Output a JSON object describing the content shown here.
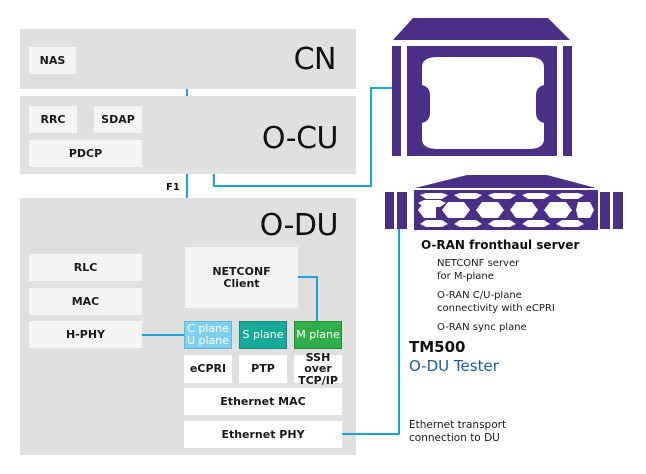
{
  "layers": {
    "cn": {
      "title": "CN",
      "blocks": {
        "nas": "NAS"
      }
    },
    "ocu": {
      "title": "O-CU",
      "blocks": {
        "rrc": "RRC",
        "sdap": "SDAP",
        "pdcp": "PDCP"
      }
    },
    "interface_label": "F1",
    "odu": {
      "title": "O-DU",
      "blocks": {
        "rlc": "RLC",
        "mac": "MAC",
        "hphy": "H-PHY",
        "netconf_client": "NETCONF Client",
        "cu_plane_line1": "C plane",
        "cu_plane_line2": "U plane",
        "s_plane": "S plane",
        "m_plane": "M plane",
        "ecpri": "eCPRI",
        "ptp": "PTP",
        "ssh_line1": "SSH over",
        "ssh_line2": "TCP/IP",
        "eth_mac": "Ethernet MAC",
        "eth_phy": "Ethernet PHY"
      }
    }
  },
  "server": {
    "title": "O-RAN fronthaul server",
    "features": [
      {
        "line1": "NETCONF server",
        "line2": "for M-plane"
      },
      {
        "line1": "O-RAN C/U-plane",
        "line2": "connectivity with eCPRI"
      },
      {
        "line1": "O-RAN sync plane",
        "line2": ""
      }
    ]
  },
  "tester": {
    "name": "TM500",
    "subtitle": "O-DU Tester"
  },
  "transport_note": {
    "line1": "Ethernet transport",
    "line2": "connection to DU"
  },
  "colors": {
    "layer_bg": "#e0e0e0",
    "block_bg": "#f3f4f4",
    "wire": "#1aa3dd",
    "c_u_plane": "#7fd0ef",
    "s_plane": "#17a99a",
    "m_plane": "#2fae49",
    "device_purple": "#4b2e86",
    "tester_subtitle": "#1e5aa8"
  }
}
